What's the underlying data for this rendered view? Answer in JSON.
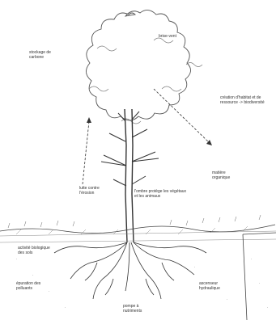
{
  "colors": {
    "ink": "#333333",
    "paper": "#ffffff"
  },
  "labels": {
    "brise_vent": "brise-vent",
    "stockage_carbone": "stockage de\ncarbone",
    "habitat_biodiv": "création d'habitat et de\nressource -> biodiversité",
    "lutte_erosion": "lutte contre\nl'érosion",
    "ombre": "l'ombre protège les végétaux\net les animaux",
    "matiere_organique": "matière\norganique",
    "activite_bio": "activité biologique\ndes sols",
    "epuration": "épuration des\npolluants",
    "ascenseur": "ascenseur\nhydraulique",
    "pompe": "pompe à\nnutriments"
  }
}
